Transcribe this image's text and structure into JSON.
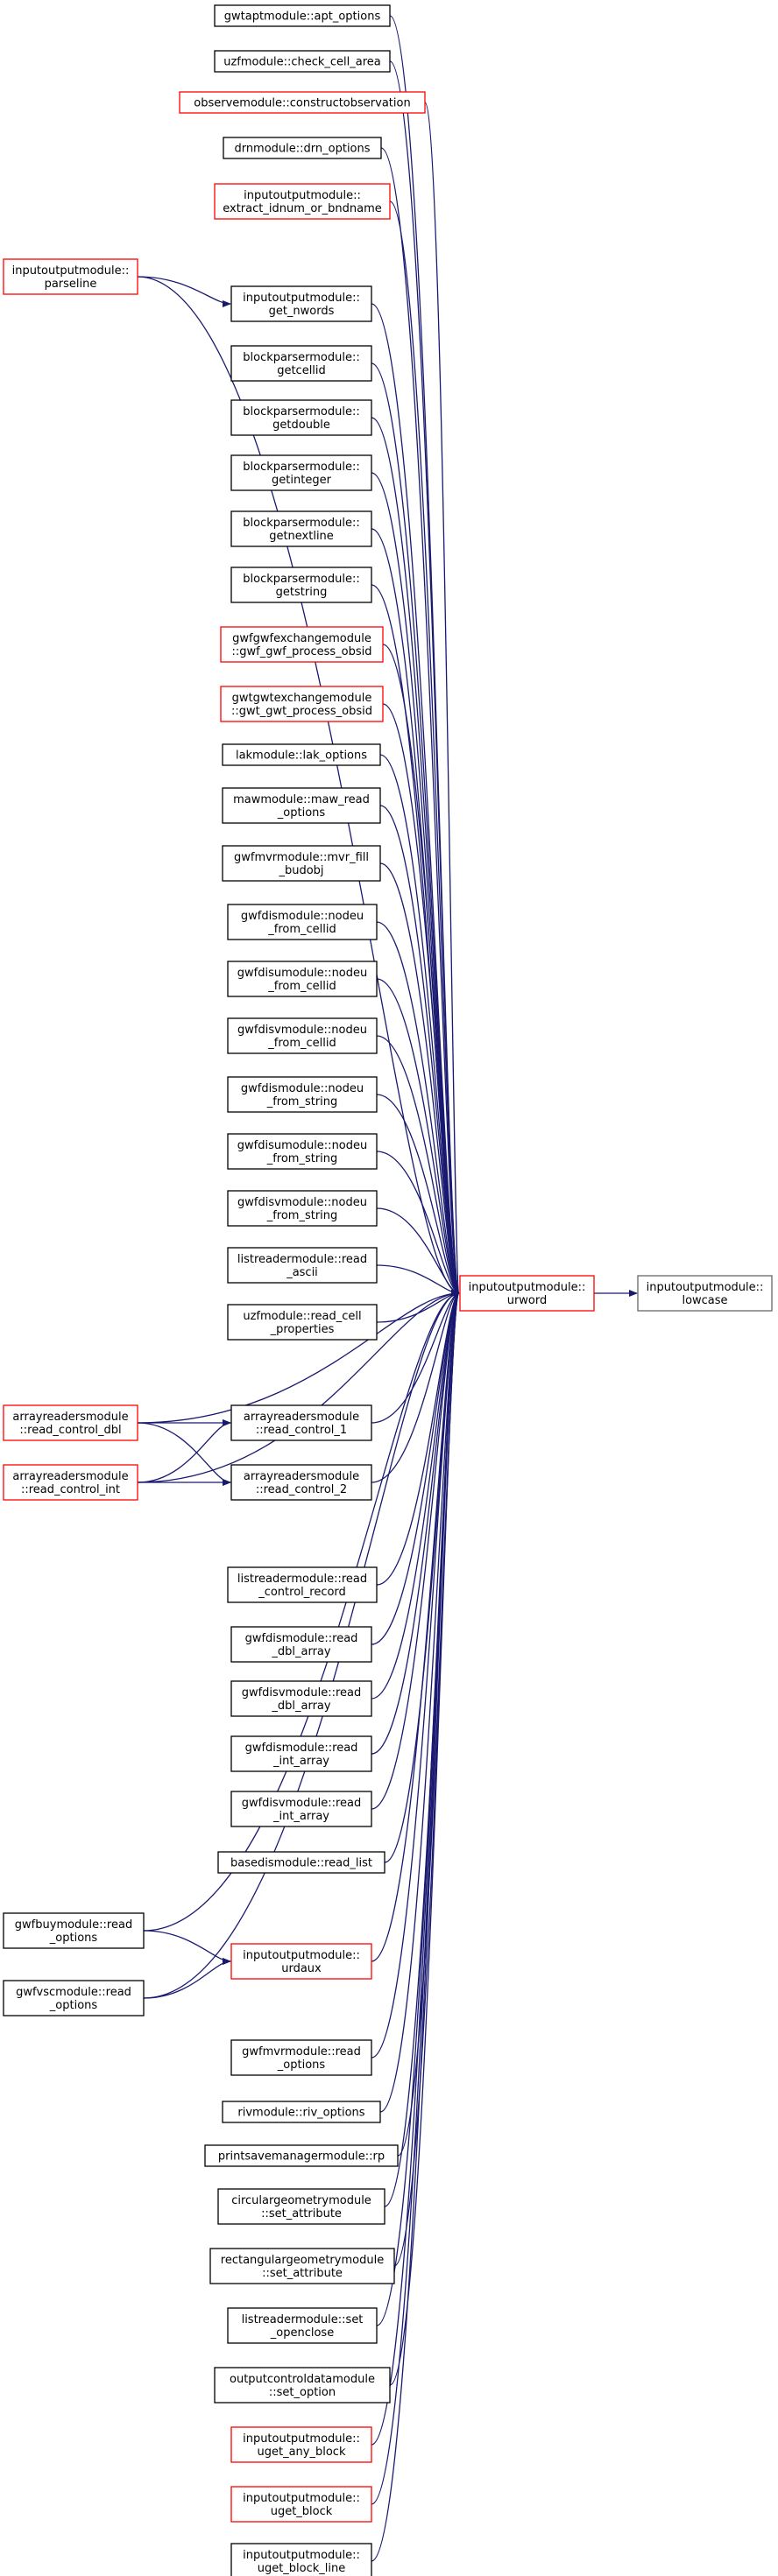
{
  "colors": {
    "edge": "#191970",
    "node_border_default": "#000000",
    "node_border_truncated": "#ff0000",
    "focus_fill": "#bfbfbf",
    "background": "#ffffff"
  },
  "nodes": [
    {
      "id": "lowcase",
      "lines": [
        "inputoutputmodule::",
        "lowcase"
      ],
      "border": "gray",
      "focus": true
    },
    {
      "id": "urword",
      "lines": [
        "inputoutputmodule::",
        "urword"
      ],
      "border": "red"
    },
    {
      "id": "apt_options",
      "lines": [
        "gwtaptmodule::apt_options"
      ],
      "border": "black"
    },
    {
      "id": "check_cell_area",
      "lines": [
        "uzfmodule::check_cell_area"
      ],
      "border": "black"
    },
    {
      "id": "constructobservation",
      "lines": [
        "observemodule::constructobservation"
      ],
      "border": "red"
    },
    {
      "id": "drn_options",
      "lines": [
        "drnmodule::drn_options"
      ],
      "border": "black"
    },
    {
      "id": "extract_idnum",
      "lines": [
        "inputoutputmodule::",
        "extract_idnum_or_bndname"
      ],
      "border": "red"
    },
    {
      "id": "parseline",
      "lines": [
        "inputoutputmodule::",
        "parseline"
      ],
      "border": "red"
    },
    {
      "id": "get_nwords",
      "lines": [
        "inputoutputmodule::",
        "get_nwords"
      ],
      "border": "black"
    },
    {
      "id": "getcellid",
      "lines": [
        "blockparsermodule::",
        "getcellid"
      ],
      "border": "black"
    },
    {
      "id": "getdouble",
      "lines": [
        "blockparsermodule::",
        "getdouble"
      ],
      "border": "black"
    },
    {
      "id": "getinteger",
      "lines": [
        "blockparsermodule::",
        "getinteger"
      ],
      "border": "black"
    },
    {
      "id": "getnextline",
      "lines": [
        "blockparsermodule::",
        "getnextline"
      ],
      "border": "black"
    },
    {
      "id": "getstring",
      "lines": [
        "blockparsermodule::",
        "getstring"
      ],
      "border": "black"
    },
    {
      "id": "gwf_gwf_obsid",
      "lines": [
        "gwfgwfexchangemodule",
        "::gwf_gwf_process_obsid"
      ],
      "border": "red"
    },
    {
      "id": "gwt_gwt_obsid",
      "lines": [
        "gwtgwtexchangemodule",
        "::gwt_gwt_process_obsid"
      ],
      "border": "red"
    },
    {
      "id": "lak_options",
      "lines": [
        "lakmodule::lak_options"
      ],
      "border": "black"
    },
    {
      "id": "maw_read_options",
      "lines": [
        "mawmodule::maw_read",
        "_options"
      ],
      "border": "black"
    },
    {
      "id": "mvr_fill_budobj",
      "lines": [
        "gwfmvrmodule::mvr_fill",
        "_budobj"
      ],
      "border": "black"
    },
    {
      "id": "dis_nodeu_cellid",
      "lines": [
        "gwfdismodule::nodeu",
        "_from_cellid"
      ],
      "border": "black"
    },
    {
      "id": "disu_nodeu_cellid",
      "lines": [
        "gwfdisumodule::nodeu",
        "_from_cellid"
      ],
      "border": "black"
    },
    {
      "id": "disv_nodeu_cellid",
      "lines": [
        "gwfdisvmodule::nodeu",
        "_from_cellid"
      ],
      "border": "black"
    },
    {
      "id": "dis_nodeu_string",
      "lines": [
        "gwfdismodule::nodeu",
        "_from_string"
      ],
      "border": "black"
    },
    {
      "id": "disu_nodeu_string",
      "lines": [
        "gwfdisumodule::nodeu",
        "_from_string"
      ],
      "border": "black"
    },
    {
      "id": "disv_nodeu_string",
      "lines": [
        "gwfdisvmodule::nodeu",
        "_from_string"
      ],
      "border": "black"
    },
    {
      "id": "lr_read_ascii",
      "lines": [
        "listreadermodule::read",
        "_ascii"
      ],
      "border": "black"
    },
    {
      "id": "uzf_read_cell_props",
      "lines": [
        "uzfmodule::read_cell",
        "_properties"
      ],
      "border": "black"
    },
    {
      "id": "ar_read_control_dbl",
      "lines": [
        "arrayreadersmodule",
        "::read_control_dbl"
      ],
      "border": "red"
    },
    {
      "id": "ar_read_control_1",
      "lines": [
        "arrayreadersmodule",
        "::read_control_1"
      ],
      "border": "black"
    },
    {
      "id": "ar_read_control_int",
      "lines": [
        "arrayreadersmodule",
        "::read_control_int"
      ],
      "border": "red"
    },
    {
      "id": "ar_read_control_2",
      "lines": [
        "arrayreadersmodule",
        "::read_control_2"
      ],
      "border": "black"
    },
    {
      "id": "lr_read_control_record",
      "lines": [
        "listreadermodule::read",
        "_control_record"
      ],
      "border": "black"
    },
    {
      "id": "dis_read_dbl_array",
      "lines": [
        "gwfdismodule::read",
        "_dbl_array"
      ],
      "border": "black"
    },
    {
      "id": "disv_read_dbl_array",
      "lines": [
        "gwfdisvmodule::read",
        "_dbl_array"
      ],
      "border": "black"
    },
    {
      "id": "dis_read_int_array",
      "lines": [
        "gwfdismodule::read",
        "_int_array"
      ],
      "border": "black"
    },
    {
      "id": "disv_read_int_array",
      "lines": [
        "gwfdisvmodule::read",
        "_int_array"
      ],
      "border": "black"
    },
    {
      "id": "basedis_read_list",
      "lines": [
        "basedismodule::read_list"
      ],
      "border": "black"
    },
    {
      "id": "buy_read_options",
      "lines": [
        "gwfbuymodule::read",
        "_options"
      ],
      "border": "black"
    },
    {
      "id": "urdaux",
      "lines": [
        "inputoutputmodule::",
        "urdaux"
      ],
      "border": "red"
    },
    {
      "id": "vsc_read_options",
      "lines": [
        "gwfvscmodule::read",
        "_options"
      ],
      "border": "black"
    },
    {
      "id": "mvr_read_options",
      "lines": [
        "gwfmvrmodule::read",
        "_options"
      ],
      "border": "black"
    },
    {
      "id": "riv_options",
      "lines": [
        "rivmodule::riv_options"
      ],
      "border": "black"
    },
    {
      "id": "rp",
      "lines": [
        "printsavemanagermodule::rp"
      ],
      "border": "black"
    },
    {
      "id": "circ_set_attribute",
      "lines": [
        "circulargeometrymodule",
        "::set_attribute"
      ],
      "border": "black"
    },
    {
      "id": "rect_set_attribute",
      "lines": [
        "rectangulargeometrymodule",
        "::set_attribute"
      ],
      "border": "black"
    },
    {
      "id": "lr_set_openclose",
      "lines": [
        "listreadermodule::set",
        "_openclose"
      ],
      "border": "black"
    },
    {
      "id": "ocd_set_option",
      "lines": [
        "outputcontroldatamodule",
        "::set_option"
      ],
      "border": "black"
    },
    {
      "id": "uget_any_block",
      "lines": [
        "inputoutputmodule::",
        "uget_any_block"
      ],
      "border": "red"
    },
    {
      "id": "uget_block",
      "lines": [
        "inputoutputmodule::",
        "uget_block"
      ],
      "border": "red"
    },
    {
      "id": "uget_block_line",
      "lines": [
        "inputoutputmodule::",
        "uget_block_line"
      ],
      "border": "black"
    }
  ],
  "edges": [
    [
      "urword",
      "lowcase"
    ],
    [
      "apt_options",
      "urword"
    ],
    [
      "check_cell_area",
      "urword"
    ],
    [
      "constructobservation",
      "urword"
    ],
    [
      "drn_options",
      "urword"
    ],
    [
      "extract_idnum",
      "urword"
    ],
    [
      "parseline",
      "urword"
    ],
    [
      "parseline",
      "get_nwords"
    ],
    [
      "get_nwords",
      "urword"
    ],
    [
      "getcellid",
      "urword"
    ],
    [
      "getdouble",
      "urword"
    ],
    [
      "getinteger",
      "urword"
    ],
    [
      "getnextline",
      "urword"
    ],
    [
      "getstring",
      "urword"
    ],
    [
      "gwf_gwf_obsid",
      "urword"
    ],
    [
      "gwt_gwt_obsid",
      "urword"
    ],
    [
      "lak_options",
      "urword"
    ],
    [
      "maw_read_options",
      "urword"
    ],
    [
      "mvr_fill_budobj",
      "urword"
    ],
    [
      "dis_nodeu_cellid",
      "urword"
    ],
    [
      "disu_nodeu_cellid",
      "urword"
    ],
    [
      "disv_nodeu_cellid",
      "urword"
    ],
    [
      "dis_nodeu_string",
      "urword"
    ],
    [
      "disu_nodeu_string",
      "urword"
    ],
    [
      "disv_nodeu_string",
      "urword"
    ],
    [
      "lr_read_ascii",
      "urword"
    ],
    [
      "uzf_read_cell_props",
      "urword"
    ],
    [
      "ar_read_control_dbl",
      "urword"
    ],
    [
      "ar_read_control_dbl",
      "ar_read_control_1"
    ],
    [
      "ar_read_control_dbl",
      "ar_read_control_2"
    ],
    [
      "ar_read_control_1",
      "urword"
    ],
    [
      "ar_read_control_int",
      "ar_read_control_1"
    ],
    [
      "ar_read_control_int",
      "ar_read_control_2"
    ],
    [
      "ar_read_control_int",
      "urword"
    ],
    [
      "ar_read_control_2",
      "urword"
    ],
    [
      "lr_read_control_record",
      "urword"
    ],
    [
      "dis_read_dbl_array",
      "urword"
    ],
    [
      "disv_read_dbl_array",
      "urword"
    ],
    [
      "dis_read_int_array",
      "urword"
    ],
    [
      "disv_read_int_array",
      "urword"
    ],
    [
      "basedis_read_list",
      "urword"
    ],
    [
      "buy_read_options",
      "urword"
    ],
    [
      "buy_read_options",
      "urdaux"
    ],
    [
      "urdaux",
      "urword"
    ],
    [
      "vsc_read_options",
      "urword"
    ],
    [
      "vsc_read_options",
      "urdaux"
    ],
    [
      "mvr_read_options",
      "urword"
    ],
    [
      "riv_options",
      "urword"
    ],
    [
      "rp",
      "urword"
    ],
    [
      "circ_set_attribute",
      "urword"
    ],
    [
      "rect_set_attribute",
      "urword"
    ],
    [
      "lr_set_openclose",
      "urword"
    ],
    [
      "ocd_set_option",
      "urword"
    ],
    [
      "uget_any_block",
      "urword"
    ],
    [
      "uget_block",
      "urword"
    ],
    [
      "uget_block_line",
      "urword"
    ]
  ]
}
